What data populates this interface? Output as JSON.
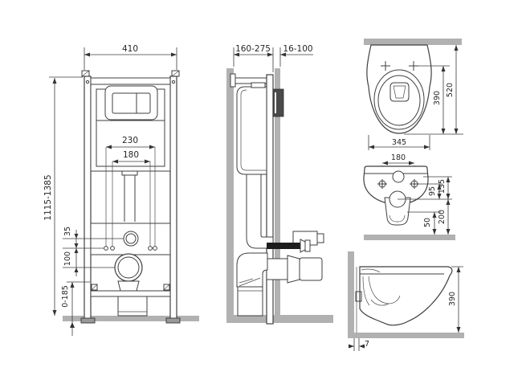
{
  "colors": {
    "background": "#ffffff",
    "line": "#3f3f3f",
    "dimension": "#3c3c3c",
    "wall_floor_fill": "#b1b1b1",
    "flush_plate_dark": "#4a4a4a",
    "threaded_rod": "#1c1c1c"
  },
  "views": {
    "front": {
      "dims": {
        "width": "410",
        "height_range": "1115-1385",
        "rod_spacing_outer": "230",
        "rod_spacing_inner": "180",
        "inlet_offset": "35",
        "drain_offset": "100",
        "feet_range": "0-185"
      }
    },
    "side": {
      "dims": {
        "depth_range": "160-275",
        "wall_range": "16-100"
      }
    },
    "top": {
      "dims": {
        "depth": "520",
        "bowl_depth": "390",
        "width": "345"
      }
    },
    "rear": {
      "dims": {
        "bolt_spacing": "180",
        "bolts_to_outlet": "95",
        "inlet_to_outlet": "135",
        "rim_to_floor": "50",
        "outlet_to_floor": "200"
      }
    },
    "profile": {
      "dims": {
        "height": "390",
        "wall_gap": "7"
      }
    }
  }
}
